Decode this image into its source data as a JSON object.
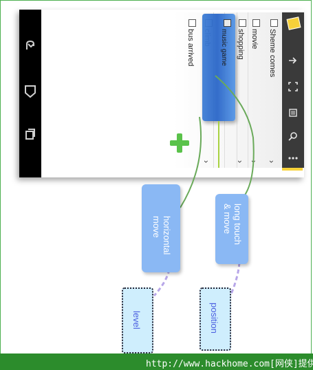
{
  "list_title": "weekend",
  "items": [
    {
      "label": "Sheme comes"
    },
    {
      "label": "movie"
    },
    {
      "label": "shopping"
    },
    {
      "label": "climb"
    },
    {
      "label": "bus arrived"
    }
  ],
  "dragging_item": {
    "label": "music game"
  },
  "callouts": {
    "long_touch": "long touch\n& move",
    "horizontal": "horizontal\nmove",
    "position": "position",
    "level": "level"
  },
  "footer": {
    "url": "http://www.hackhome.com[网侠]提供"
  },
  "colors": {
    "title_bar": "#f7d23a",
    "toolbar": "#3a3a3a",
    "drag_item": "#2a66c8",
    "callout": "#8ab8f4",
    "keyword_bg": "#cfeefd",
    "footer": "#2c8c2c",
    "connector": "#6aaa5a"
  },
  "icons": [
    "home-icon",
    "back-icon",
    "recent-apps-icon",
    "add-plus-icon",
    "share-icon",
    "fullscreen-icon",
    "attach-icon",
    "search-icon",
    "more-icon",
    "chevron-icon"
  ]
}
